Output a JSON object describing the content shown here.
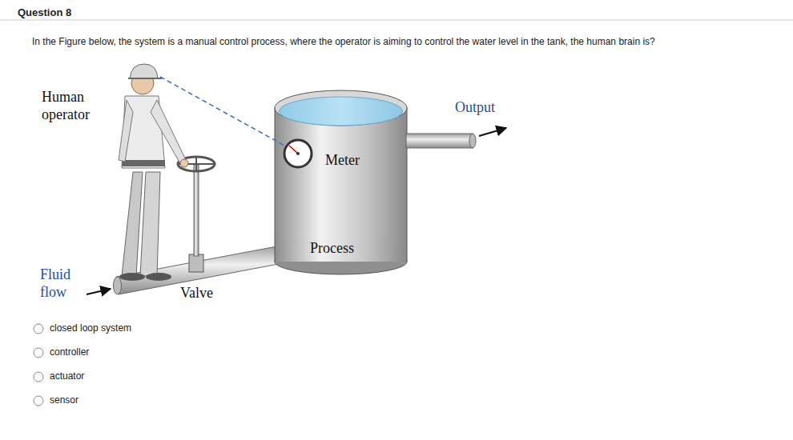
{
  "diagram": {
    "title": "Question 8",
    "labels": [
      "In the Figure below, the system is a manual control process, where the operator is aiming to control the water level in the tank, the human brain is?",
      "Human operator",
      "Output",
      "Meter",
      "Process",
      "Fluid flow",
      "Valve",
      "closed loop system",
      "controller",
      "actuator",
      "sensor"
    ]
  }
}
